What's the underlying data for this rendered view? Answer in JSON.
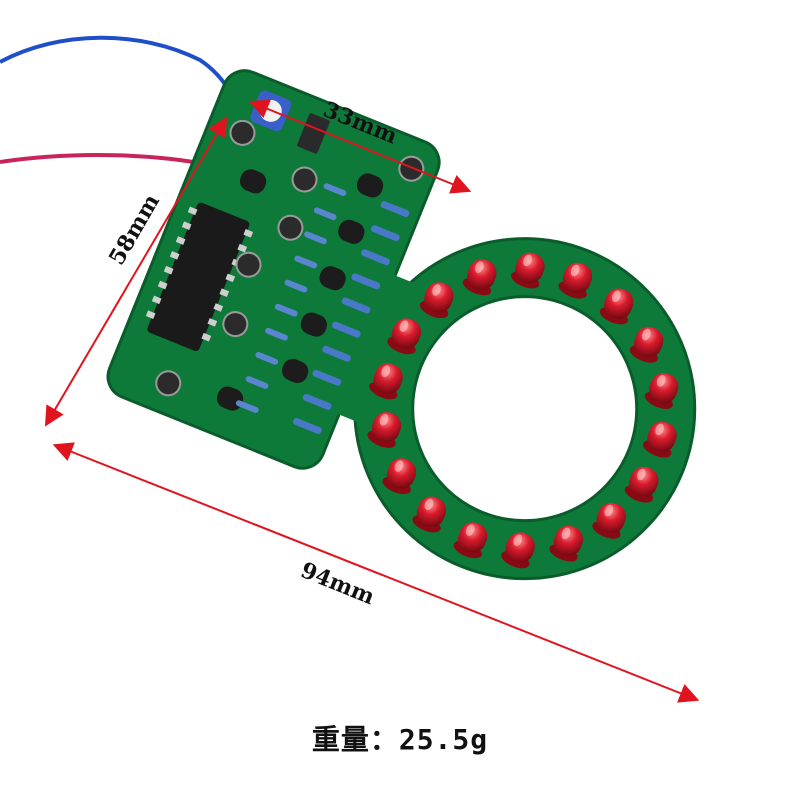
{
  "dimensions": {
    "width_label": "33mm",
    "height_label": "58mm",
    "length_label": "94mm"
  },
  "weight_label": "重量：25.5g",
  "colors": {
    "pcb_green": "#0d7a3a",
    "led_red": "#c8102e",
    "wire_blue": "#1f4fc8",
    "wire_red": "#c8245a",
    "arrow_red": "#e0141e"
  },
  "led_count": 18
}
